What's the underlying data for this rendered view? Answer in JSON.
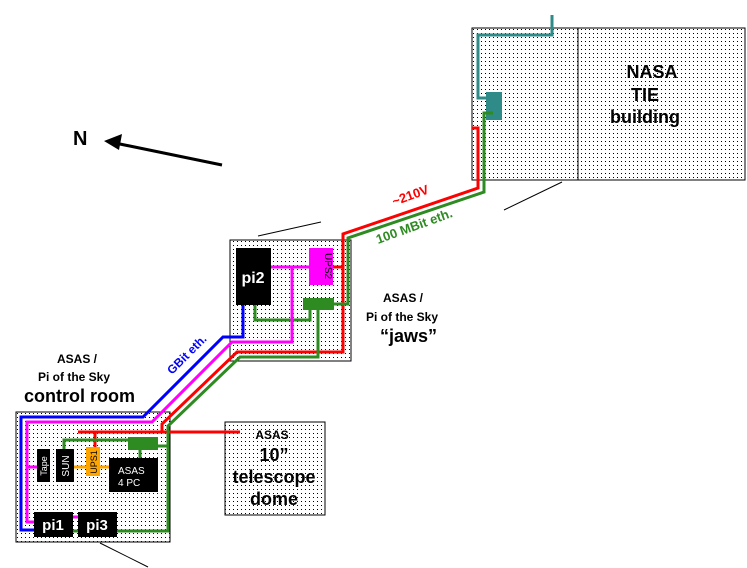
{
  "north": {
    "label": "N"
  },
  "nasa": {
    "line1": "NASA",
    "line2": "TIE",
    "line3": "building"
  },
  "power_label": "~210V",
  "eth100_label": "100 MBit eth.",
  "gbit_label": "GBit eth.",
  "jaws": {
    "line1": "ASAS  /",
    "line2": "Pi of the Sky",
    "line3": "“jaws”",
    "pi2": "pi2",
    "ups2": "UPS2"
  },
  "control": {
    "line1": "ASAS  /",
    "line2": "Pi of the Sky",
    "line3": "control room",
    "tape": "Tape",
    "sun": "SUN",
    "ups1": "UPS1",
    "asas_pc1": "ASAS",
    "asas_pc2": "4 PC",
    "pi1": "pi1",
    "pi3": "pi3"
  },
  "dome": {
    "line1": "ASAS",
    "line2": "10”",
    "line3": "telescope",
    "line4": "dome"
  },
  "colors": {
    "power": "#ff0000",
    "eth100": "#2e8b22",
    "gbit": "#0000ff",
    "pi_link": "#ff00ff",
    "ups_orange": "#ffa500",
    "teal": "#2e8b87"
  }
}
